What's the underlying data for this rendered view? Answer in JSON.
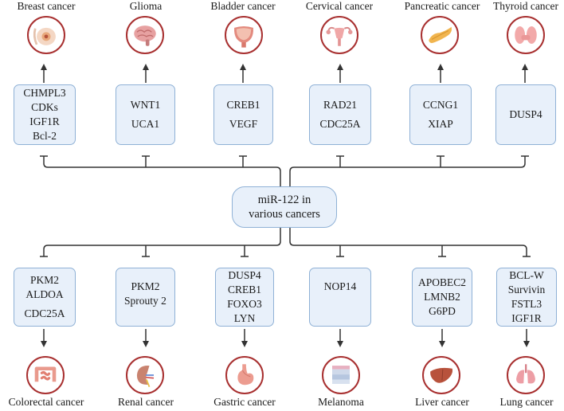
{
  "center": {
    "line1": "miR-122 in",
    "line2": "various cancers"
  },
  "top": [
    {
      "cancer": "Breast cancer",
      "icon": "breast-icon",
      "targets": [
        "CHMPL3",
        "CDKs",
        "IGF1R",
        "Bcl-2"
      ]
    },
    {
      "cancer": "Glioma",
      "icon": "brain-icon",
      "targets": [
        "WNT1",
        "UCA1"
      ]
    },
    {
      "cancer": "Bladder cancer",
      "icon": "bladder-icon",
      "targets": [
        "CREB1",
        "VEGF"
      ]
    },
    {
      "cancer": "Cervical cancer",
      "icon": "uterus-icon",
      "targets": [
        "RAD21",
        "CDC25A"
      ]
    },
    {
      "cancer": "Pancreatic cancer",
      "icon": "pancreas-icon",
      "targets": [
        "CCNG1",
        "XIAP"
      ]
    },
    {
      "cancer": "Thyroid cancer",
      "icon": "thyroid-icon",
      "targets": [
        "DUSP4"
      ]
    }
  ],
  "bottom": [
    {
      "cancer": "Colorectal cancer",
      "icon": "intestine-icon",
      "targets": [
        "PKM2",
        "ALDOA",
        "CDC25A"
      ]
    },
    {
      "cancer": "Renal cancer",
      "icon": "kidney-icon",
      "targets": [
        "PKM2",
        "Sprouty 2"
      ]
    },
    {
      "cancer": "Gastric cancer",
      "icon": "stomach-icon",
      "targets": [
        "DUSP4",
        "CREB1",
        "FOXO3",
        "LYN"
      ]
    },
    {
      "cancer": "Melanoma",
      "icon": "skin-icon",
      "targets": [
        "NOP14"
      ]
    },
    {
      "cancer": "Liver cancer",
      "icon": "liver-icon",
      "targets": [
        "APOBEC2",
        "LMNB2",
        "G6PD"
      ]
    },
    {
      "cancer": "Lung cancer",
      "icon": "lungs-icon",
      "targets": [
        "BCL-W",
        "Survivin",
        "FSTL3",
        "IGF1R"
      ]
    }
  ],
  "colors": {
    "box_fill": "#e8f0fa",
    "box_border": "#8fb1d6",
    "circle_border": "#a83030",
    "line": "#333333"
  }
}
